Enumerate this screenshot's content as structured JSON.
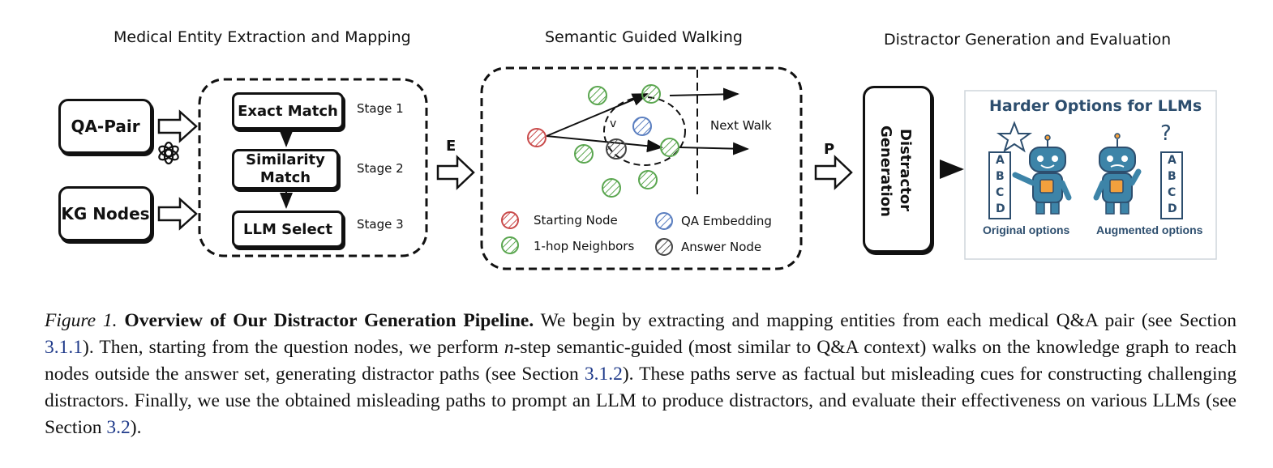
{
  "sections": {
    "extraction_title": "Medical Entity Extraction and Mapping",
    "walking_title": "Semantic Guided Walking",
    "generation_title": "Distractor Generation and Evaluation"
  },
  "inputs": {
    "qa_pair": "QA-Pair",
    "kg_nodes": "KG Nodes"
  },
  "stages": [
    {
      "box": "Exact Match",
      "label": "Stage 1"
    },
    {
      "box": "Similarity Match",
      "label": "Stage 2"
    },
    {
      "box": "LLM Select",
      "label": "Stage 3"
    }
  ],
  "arrow_labels": {
    "e": "E",
    "p": "P"
  },
  "walk": {
    "next_walk": "Next Walk",
    "legend": [
      {
        "label": "Starting Node",
        "color": "#c94a4a"
      },
      {
        "label": "QA Embedding",
        "color": "#5b7fc0"
      },
      {
        "label": "1-hop Neighbors",
        "color": "#5aa64f"
      },
      {
        "label": "Answer Node",
        "color": "#444444"
      }
    ]
  },
  "generation": {
    "box": "Distractor Generation",
    "box_line1": "Distractor",
    "box_line2": "Generation",
    "panel_title": "Harder Options for LLMs",
    "option_letters": [
      "A",
      "B",
      "C",
      "D"
    ],
    "original_caption": "Original options",
    "augmented_caption": "Augmented options",
    "star_icon": "star-icon",
    "question_mark": "?"
  },
  "caption": {
    "fig_label": "Figure 1.",
    "title": "Overview of Our Distractor Generation Pipeline.",
    "p1": "We begin by extracting and mapping entities from each medical Q&A pair (see Section ",
    "ref1": "3.1.1",
    "p2": "). Then, starting from the question nodes, we perform ",
    "math_n": "n",
    "p3": "-step semantic-guided (most similar to Q&A context) walks on the knowledge graph to reach nodes outside the answer set, generating distractor paths (see Section ",
    "ref2": "3.1.2",
    "p4": "). These paths serve as factual but misleading cues for constructing challenging distractors. Finally, we use the obtained misleading paths to prompt an LLM to produce distractors, and evaluate their effectiveness on various LLMs (see Section ",
    "ref3": "3.2",
    "p5": ")."
  },
  "colors": {
    "ink": "#111111",
    "panel_title": "#2d4e6e",
    "robot": "#3d84a8",
    "robot_accent": "#f2a03d",
    "ref_link": "#1f3a8a"
  }
}
